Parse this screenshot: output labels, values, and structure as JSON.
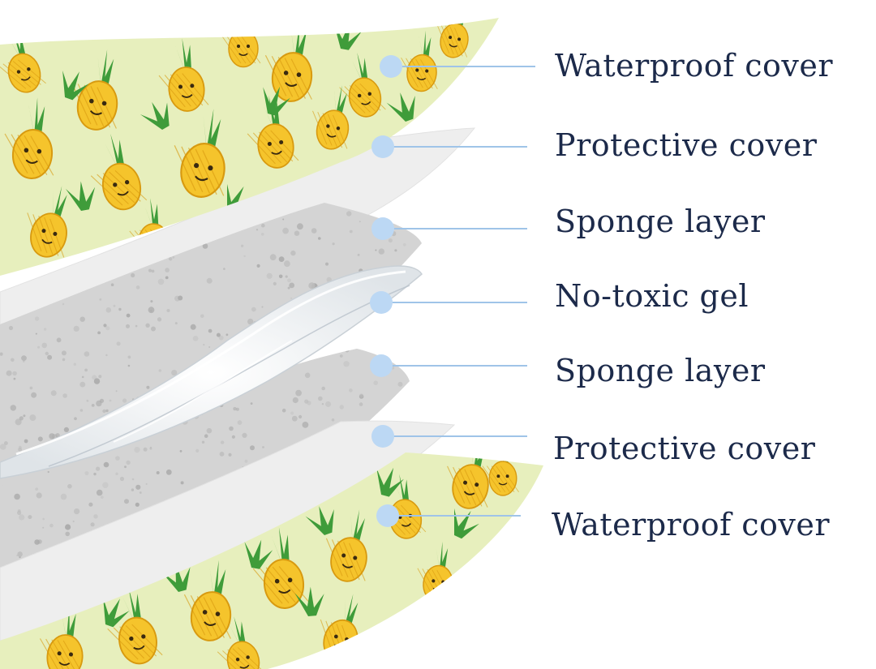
{
  "diagram": {
    "layers": [
      {
        "label": "Waterproof cover",
        "kind": "pattern"
      },
      {
        "label": "Protective cover",
        "kind": "film"
      },
      {
        "label": "Sponge layer",
        "kind": "sponge"
      },
      {
        "label": "No-toxic gel",
        "kind": "gel"
      },
      {
        "label": "Sponge layer",
        "kind": "sponge"
      },
      {
        "label": "Protective cover",
        "kind": "film"
      },
      {
        "label": "Waterproof cover",
        "kind": "pattern"
      }
    ]
  },
  "colors": {
    "label_text": "#1c2a4a",
    "marker_dot": "#bcd8f4",
    "leader_line": "#9fc4e8",
    "pattern_bg": "#e7efbd",
    "pineapple": "#f5c42c",
    "pineapple_outline": "#d89a10",
    "leaf": "#3f9c3a",
    "sponge": "#d4d4d4",
    "sponge_speckle": "#a9a9a9",
    "film": "#eeeeee",
    "gel": "#f4f6f8"
  }
}
